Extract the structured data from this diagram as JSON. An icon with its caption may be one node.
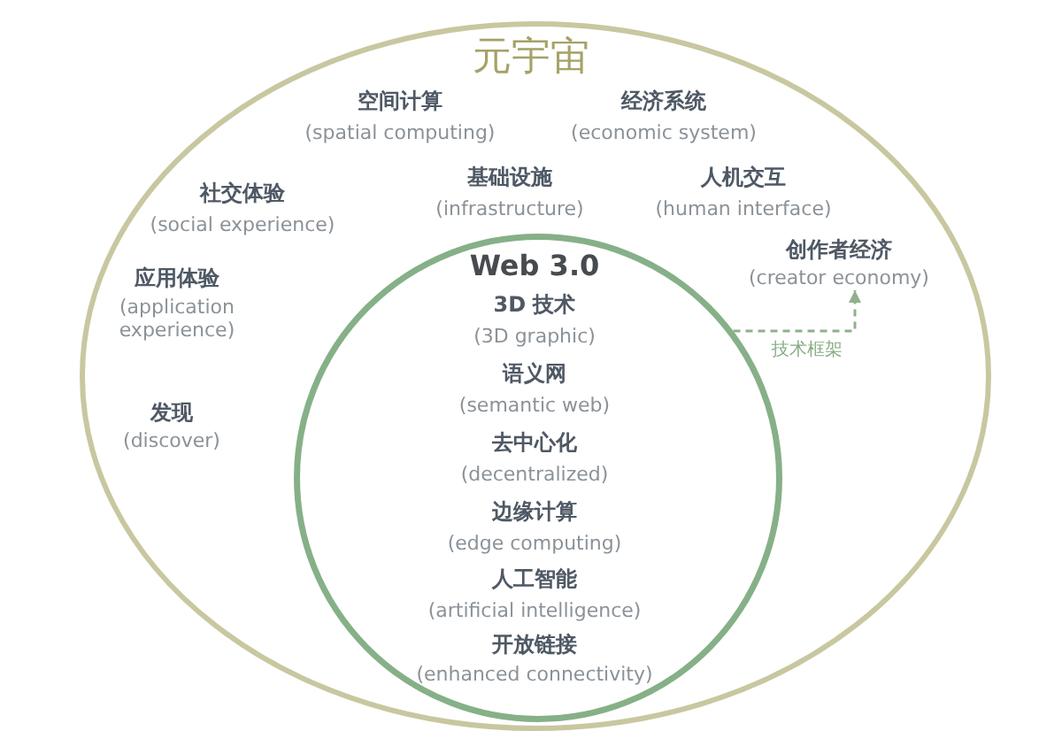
{
  "diagram": {
    "nodes": [
      {
        "text": [
          "元宇宙",
          "空间计算",
          "(spatial computing)",
          "经济系统",
          "(economic system)",
          "社交体验",
          "(social experience)",
          "基础设施",
          "(infrastructure)",
          "人机交互",
          "(human interface)",
          "应用体验",
          "(application experience)",
          "发现",
          "(discover)"
        ]
      },
      {
        "text": [
          "Web 3.0",
          "3D 技术",
          "(3D graphic)",
          "语义网",
          "(semantic web)",
          "去中心化",
          "(decentralized)",
          "边缘计算",
          "(edge computing)",
          "人工智能",
          "(artificial intelligence)",
          "开放链接",
          "(enhanced connectivity)"
        ],
        "in": 0
      },
      {
        "text": [
          "创作者经济",
          "(creator economy)"
        ],
        "in": 0
      }
    ],
    "edges": [
      {
        "from": 1,
        "to": 2,
        "arrow": "to",
        "label": "技术框架",
        "style": "dashed"
      }
    ]
  }
}
